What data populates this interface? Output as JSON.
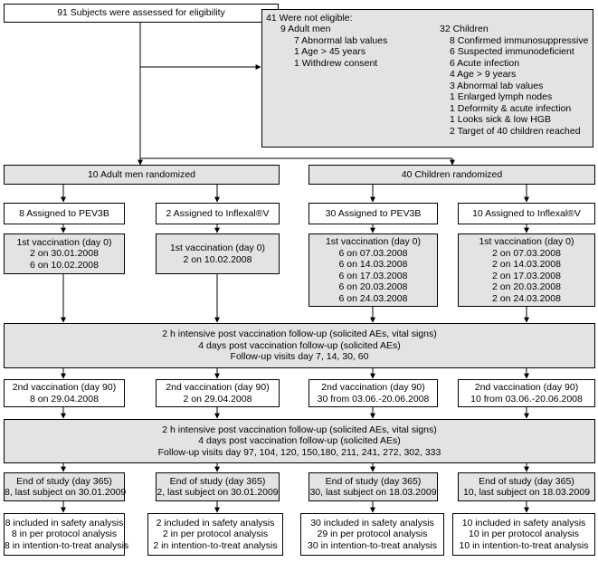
{
  "assessed": "91 Subjects were assessed for eligibility",
  "not_eligible": {
    "title": "41 Were not eligible:",
    "adult_head": "9 Adult men",
    "adult_items": [
      "7 Abnormal lab values",
      "1 Age > 45 years",
      "1 Withdrew consent"
    ],
    "children_head": "32 Children",
    "children_items": [
      "8 Confirmed immunosuppressive",
      "6 Suspected immunodeficient",
      "6 Acute infection",
      "4 Age > 9 years",
      "3 Abnormal lab values",
      "1 Enlarged lymph nodes",
      "1 Deformity & acute infection",
      "1 Looks sick & low HGB",
      "2 Target of 40 children reached"
    ]
  },
  "randomized": {
    "adults": "10 Adult men randomized",
    "children": "40 Children randomized"
  },
  "arms": [
    {
      "assigned": "8 Assigned to PEV3B",
      "vacc1": [
        "1st vaccination (day 0)",
        "2 on 30.01.2008",
        "6 on 10.02.2008"
      ],
      "vacc2": [
        "2nd vaccination (day 90)",
        "8 on 29.04.2008"
      ],
      "end": [
        "End of study (day 365)",
        "8, last subject on 30.01.2009"
      ],
      "analysis": [
        "8 included in safety analysis",
        "8 in per protocol analysis",
        "8 in intention-to-treat analysis"
      ]
    },
    {
      "assigned": "2 Assigned to Inflexal®V",
      "vacc1": [
        "1st vaccination (day 0)",
        "2 on 10.02.2008"
      ],
      "vacc2": [
        "2nd vaccination (day 90)",
        "2 on 29.04.2008"
      ],
      "end": [
        "End of study (day 365)",
        "2, last subject on 30.01.2009"
      ],
      "analysis": [
        "2 included in safety analysis",
        "2 in per protocol analysis",
        "2 in intention-to-treat analysis"
      ]
    },
    {
      "assigned": "30 Assigned to PEV3B",
      "vacc1": [
        "1st vaccination (day 0)",
        "6 on 07.03.2008",
        "6 on 14.03.2008",
        "6 on 17.03.2008",
        "6 on 20.03.2008",
        "6 on 24.03.2008"
      ],
      "vacc2": [
        "2nd vaccination (day 90)",
        "30 from 03.06.-20.06.2008"
      ],
      "end": [
        "End of study (day 365)",
        "30, last subject on 18.03.2009"
      ],
      "analysis": [
        "30 included in safety analysis",
        "29 in per protocol analysis",
        "30 in intention-to-treat analysis"
      ]
    },
    {
      "assigned": "10 Assigned to Inflexal®V",
      "vacc1": [
        "1st vaccination (day 0)",
        "2 on 07.03.2008",
        "2 on 14.03.2008",
        "2 on 17.03.2008",
        "2 on 20.03.2008",
        "2 on 24.03.2008"
      ],
      "vacc2": [
        "2nd vaccination (day 90)",
        "10 from 03.06.-20.06.2008"
      ],
      "end": [
        "End of study (day 365)",
        "10, last subject on 18.03.2009"
      ],
      "analysis": [
        "10 included in safety analysis",
        "10 in per protocol analysis",
        "10 in intention-to-treat analysis"
      ]
    }
  ],
  "followup1": [
    "2 h intensive post vaccination follow-up (solicited  AEs, vital signs)",
    "4 days post vaccination follow-up (solicited  AEs)",
    "Follow-up visits day 7, 14, 30, 60"
  ],
  "followup2": [
    "2 h intensive post vaccination follow-up (solicited  AEs, vital signs)",
    "4 days post vaccination follow-up (solicited  AEs)",
    "Follow-up visits day 97, 104, 120, 150,180, 211, 241, 272, 302, 333"
  ]
}
